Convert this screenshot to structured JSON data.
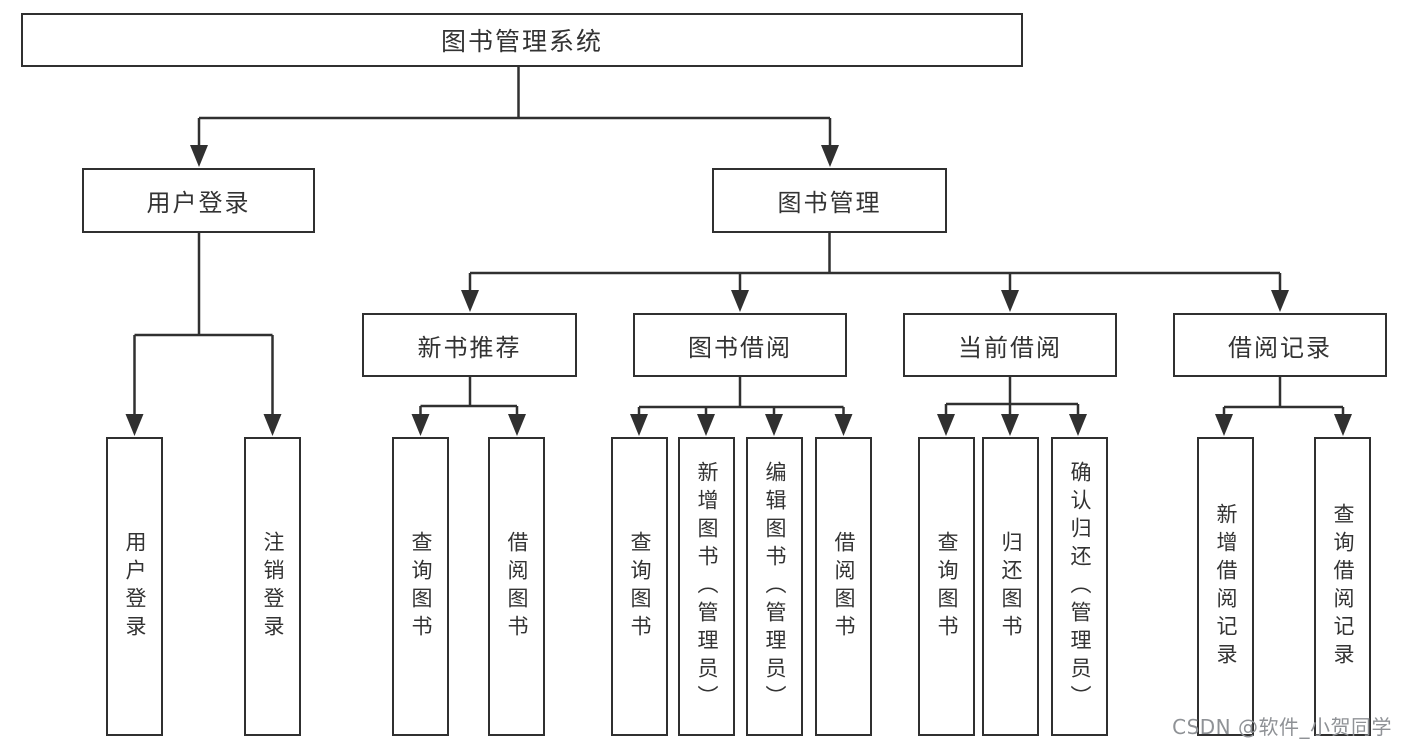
{
  "diagram": {
    "root": {
      "label": "图书管理系统"
    },
    "level2": [
      {
        "label": "用户登录",
        "children": [
          "用户登录",
          "注销登录"
        ]
      },
      {
        "label": "图书管理",
        "groups": [
          {
            "label": "新书推荐",
            "children": [
              "查询图书",
              "借阅图书"
            ]
          },
          {
            "label": "图书借阅",
            "children": [
              "查询图书",
              "新增图书（管理员）",
              "编辑图书（管理员）",
              "借阅图书"
            ]
          },
          {
            "label": "当前借阅",
            "children": [
              "查询图书",
              "归还图书",
              "确认归还（管理员）"
            ]
          },
          {
            "label": "借阅记录",
            "children": [
              "新增借阅记录",
              "查询借阅记录"
            ]
          }
        ]
      }
    ]
  },
  "watermark": {
    "text": "CSDN @软件_小贺同学"
  },
  "colors": {
    "line": "#303030",
    "box_border": "#303030",
    "text": "#333333",
    "watermark": "#8f9296",
    "background": "#ffffff"
  }
}
